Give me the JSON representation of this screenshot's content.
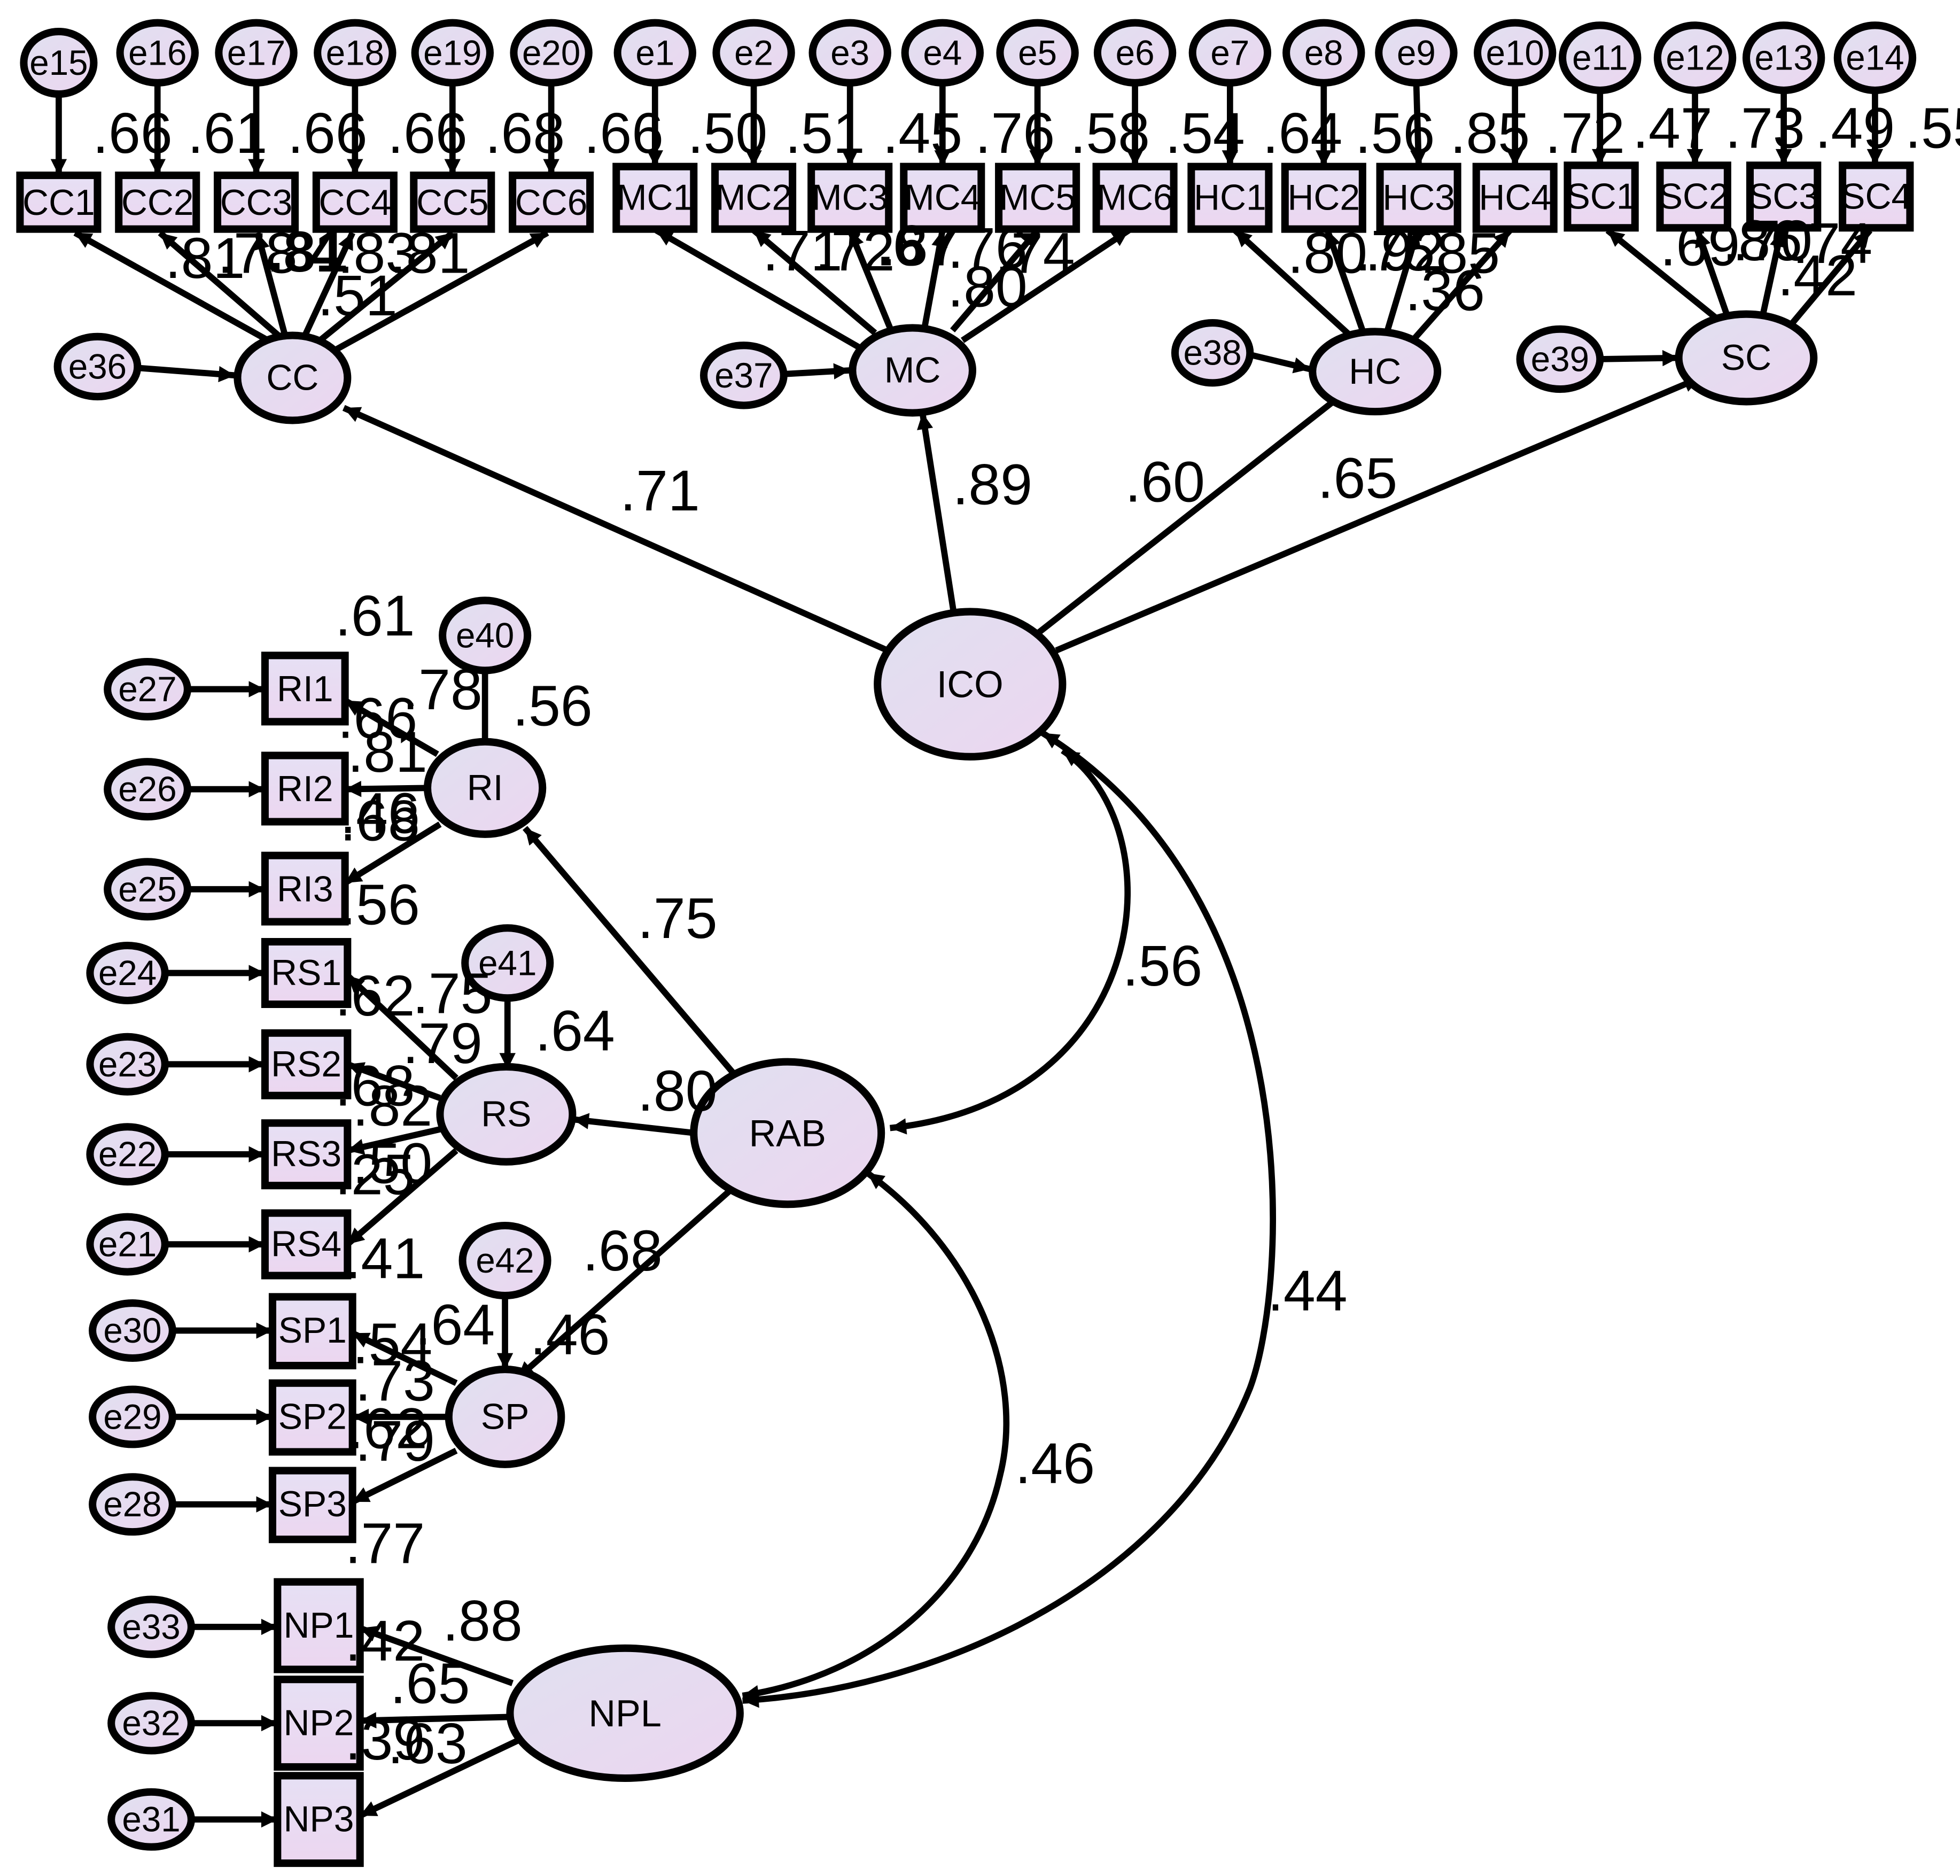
{
  "diagram": {
    "type": "structural-equation-model",
    "colors": {
      "node_fill_top": "#e0e0f0",
      "node_fill_bottom": "#ecd6f0",
      "stroke": "#000000"
    },
    "latents": {
      "CC": "CC",
      "MC": "MC",
      "HC": "HC",
      "SC": "SC",
      "ICO": "ICO",
      "RI": "RI",
      "RS": "RS",
      "SP": "SP",
      "RAB": "RAB",
      "NPL": "NPL"
    },
    "errors": {
      "e1": "e1",
      "e2": "e2",
      "e3": "e3",
      "e4": "e4",
      "e5": "e5",
      "e6": "e6",
      "e7": "e7",
      "e8": "e8",
      "e9": "e9",
      "e10": "e10",
      "e11": "e11",
      "e12": "e12",
      "e13": "e13",
      "e14": "e14",
      "e15": "e15",
      "e16": "e16",
      "e17": "e17",
      "e18": "e18",
      "e19": "e19",
      "e20": "e20",
      "e21": "e21",
      "e22": "e22",
      "e23": "e23",
      "e24": "e24",
      "e25": "e25",
      "e26": "e26",
      "e27": "e27",
      "e28": "e28",
      "e29": "e29",
      "e30": "e30",
      "e31": "e31",
      "e32": "e32",
      "e33": "e33",
      "e36": "e36",
      "e37": "e37",
      "e38": "e38",
      "e39": "e39",
      "e40": "e40",
      "e41": "e41",
      "e42": "e42"
    },
    "indicators": {
      "CC1": "CC1",
      "CC2": "CC2",
      "CC3": "CC3",
      "CC4": "CC4",
      "CC5": "CC5",
      "CC6": "CC6",
      "MC1": "MC1",
      "MC2": "MC2",
      "MC3": "MC3",
      "MC4": "MC4",
      "MC5": "MC5",
      "MC6": "MC6",
      "HC1": "HC1",
      "HC2": "HC2",
      "HC3": "HC3",
      "HC4": "HC4",
      "SC1": "SC1",
      "SC2": "SC2",
      "SC3": "SC3",
      "SC4": "SC4",
      "RI1": "RI1",
      "RI2": "RI2",
      "RI3": "RI3",
      "RS1": "RS1",
      "RS2": "RS2",
      "RS3": "RS3",
      "RS4": "RS4",
      "SP1": "SP1",
      "SP2": "SP2",
      "SP3": "SP3",
      "NP1": "NP1",
      "NP2": "NP2",
      "NP3": "NP3"
    },
    "coefficients": {
      "r2_cc1": ".66",
      "r2_cc2": ".61",
      "r2_cc3": ".66",
      "r2_cc4": ".66",
      "r2_cc5": ".68",
      "r2_cc6": ".66",
      "r2_mc1": ".50",
      "r2_mc2": ".51",
      "r2_mc3": ".45",
      "r2_mc4": ".76",
      "r2_mc5": ".58",
      "r2_mc6": ".54",
      "r2_hc1": ".64",
      "r2_hc2": ".56",
      "r2_hc3": ".85",
      "r2_hc4": ".72",
      "r2_sc1": ".47",
      "r2_sc2": ".73",
      "r2_sc3": ".49",
      "r2_sc4": ".55",
      "l_cc1": ".81",
      "l_cc2": ".78",
      "l_cc3": ".81",
      "l_cc4": ".83",
      "l_cc5": ".81",
      "l_cc_extra": ".51",
      "l_cc3_overlap": "4",
      "l_mc1": ".71",
      "l_mc2": ".72",
      "l_mc3": ".67",
      "l_mc4": ".76",
      "l_mc5": ".74",
      "l_mc_mid": ".80",
      "l_mc3_overlap": ".87",
      "l_hc1": ".80",
      "l_hc2": ".75",
      "l_hc2_overlap": ".92",
      "l_hc3": ".85",
      "l_hc4": ".36",
      "l_sc1": ".69",
      "l_sc2": ".86",
      "l_sc2_overlap": ".70",
      "l_sc3": ".74",
      "l_sc4": ".42",
      "ico_cc": ".71",
      "ico_mc": ".89",
      "ico_hc": ".60",
      "ico_sc": ".65",
      "r2_ri1": ".61",
      "l_ri1": ".78",
      "r2_ri2": ".66",
      "l_ri2": ".81",
      "r2_ri3": ".68",
      "r2_ri3_overlap": ".46",
      "r2_ri_extra": ".56",
      "r2_ri": ".56",
      "rab_ri": ".75",
      "ico_rab": ".56",
      "l_rs1": ".75",
      "r2_rs2": ".62",
      "l_rs2": ".79",
      "r2_rs": ".64",
      "r2_rs3": ".68",
      "l_rs3": ".82",
      "r2_rs4": ".50",
      "l_rs4": ".25",
      "rab_rs": ".80",
      "r2_sp1": ".41",
      "rab_sp": ".68",
      "l_sp1": ".64",
      "r2_sp": ".46",
      "r2_sp2": ".54",
      "l_sp2": ".73",
      "r2_sp3": ".62",
      "l_sp3": ".79",
      "rab_npl": ".46",
      "ico_npl": ".44",
      "r2_np1": ".77",
      "l_np1": ".88",
      "r2_np2": ".42",
      "l_np2": ".65",
      "r2_np3": ".39",
      "l_np3": ".63"
    }
  }
}
